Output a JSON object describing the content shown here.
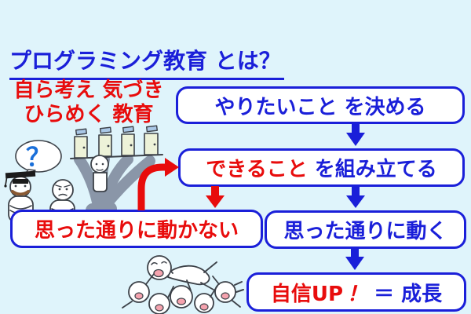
{
  "canvas": {
    "background": "#DFF4FB",
    "blue": "#1A1FD9",
    "red": "#E80C0C"
  },
  "title": "プログラミング教育 とは？",
  "subtitle": {
    "line1": "自ら考え 気づき",
    "line2": "ひらめく 教育"
  },
  "flow": {
    "decide": "やりたいこと を決める",
    "build_highlight": "できること",
    "build_rest": " を組み立てる",
    "not_work": "思った通りに動かない",
    "work": "思った通りに動く",
    "growth_highlight": "自信UP",
    "growth_bang": "！",
    "growth_rest": "＝ 成長"
  },
  "illustrations": {
    "question_mark": "？"
  }
}
